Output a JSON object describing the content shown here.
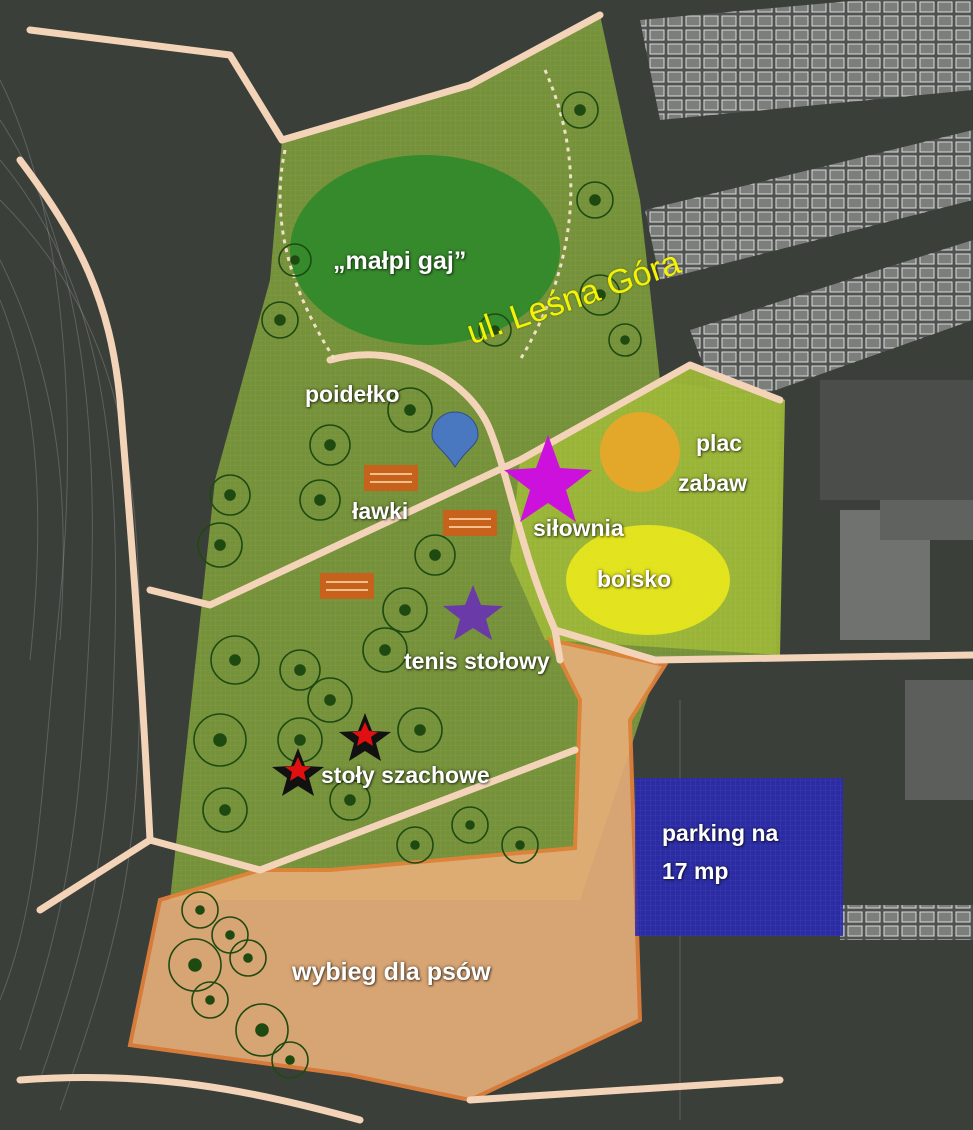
{
  "map": {
    "labels": {
      "monkey_grove": "„małpi gaj”",
      "street": "ul. Leśna Góra",
      "sandbox": "poidełko",
      "benches": "ławki",
      "outdoor_gym": "siłownia",
      "playground_line1": "plac",
      "playground_line2": "zabaw",
      "pitch": "boisko",
      "table_tennis": "tenis stołowy",
      "chess_tables": "stoły szachowe",
      "parking_line1": "parking na",
      "parking_line2": "17 mp",
      "dog_run": "wybieg dla psów"
    },
    "colors": {
      "park_area": "#7c9a3a",
      "monkey_grove": "#2f8a2a",
      "playground_zone": "#9bb636",
      "playground_circle": "#e3a82a",
      "pitch": "#e6e61e",
      "gym_star": "#cc11dd",
      "table_tennis_star": "#6a3aa8",
      "chess_star_outer": "#111111",
      "chess_star_inner": "#e01010",
      "bench": "#c6621c",
      "water_pin": "#4a78c0",
      "dog_run": "#e8b07a",
      "dog_run_border": "#e8823a",
      "parking": "#2a2ab0",
      "paths": "#f4d4b8",
      "street_text": "#f3f305"
    },
    "icons": [
      "water-pin-icon",
      "bench-icon",
      "star-icon",
      "tree-icon"
    ]
  }
}
